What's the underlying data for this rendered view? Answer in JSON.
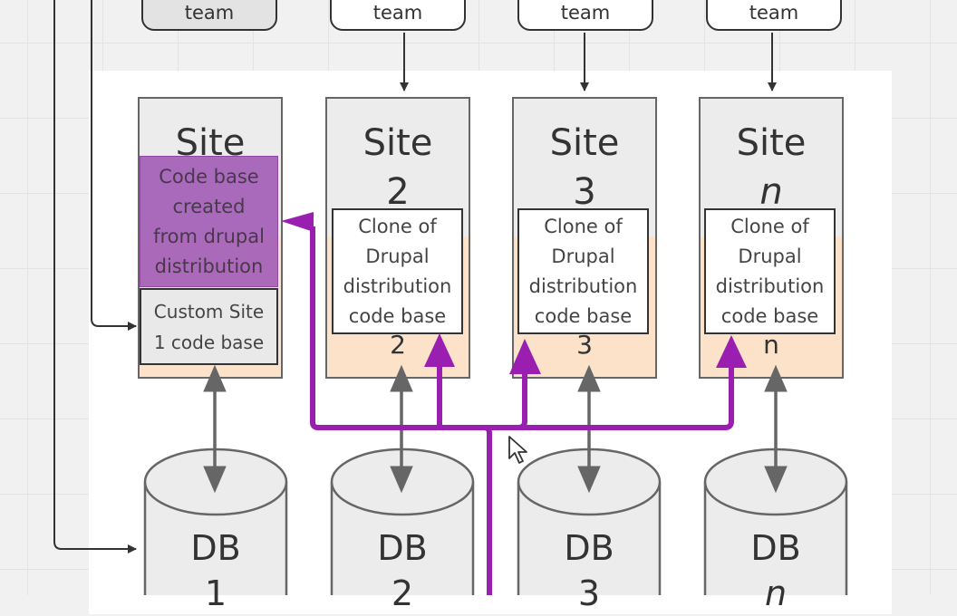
{
  "teams": [
    {
      "label": "team"
    },
    {
      "label": "team"
    },
    {
      "label": "team"
    },
    {
      "label": "team"
    }
  ],
  "sites": [
    {
      "title_word": "Site",
      "number": "",
      "index": ""
    },
    {
      "title_word": "Site",
      "number": "2",
      "index": "2"
    },
    {
      "title_word": "Site",
      "number": "3",
      "index": "3"
    },
    {
      "title_word": "Site",
      "number": "n",
      "index": "n"
    }
  ],
  "site1": {
    "purple_box": "Code base\ncreated\nfrom drupal\ndistribution",
    "custom_box": "Custom Site\n1 code base"
  },
  "clone_box": "Clone of\nDrupal\ndistribution\ncode base",
  "databases": [
    {
      "word": "DB",
      "number": "1"
    },
    {
      "word": "DB",
      "number": "2"
    },
    {
      "word": "DB",
      "number": "3"
    },
    {
      "word": "DB",
      "number": "n"
    }
  ],
  "colors": {
    "purple": "#9a1fb0",
    "arrow_gray": "#666666",
    "site_tint": "#fbe2c8"
  }
}
